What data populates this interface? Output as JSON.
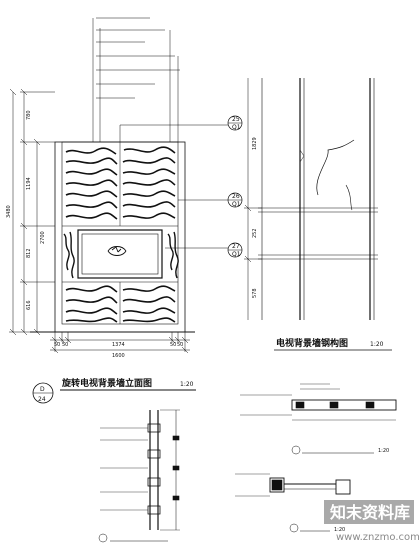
{
  "elevation": {
    "height_dims": [
      "780",
      "1194",
      "812",
      "616"
    ],
    "total_height": "3480",
    "mid_height": "2700",
    "width_dims": [
      "50",
      "50",
      "1374",
      "50",
      "50"
    ],
    "total_width": "1600",
    "detail_tags": [
      {
        "top": "25",
        "bottom": "Q1"
      },
      {
        "top": "26",
        "bottom": "Q1"
      },
      {
        "top": "27",
        "bottom": "Q1"
      }
    ]
  },
  "section": {
    "height_dims": [
      "1829",
      "252",
      "578"
    ],
    "title": "电视背景墙钢构图",
    "scale": "1:20"
  },
  "main_title": {
    "text": "旋转电视背景墙立面图",
    "scale": "1:20",
    "tag_top": "D",
    "tag_bottom": "24"
  },
  "details": {
    "plan_scale": "1:20",
    "section_scale": "1:20"
  },
  "watermark": {
    "cn": "知末资料库",
    "en": "www.znzmo.com"
  }
}
